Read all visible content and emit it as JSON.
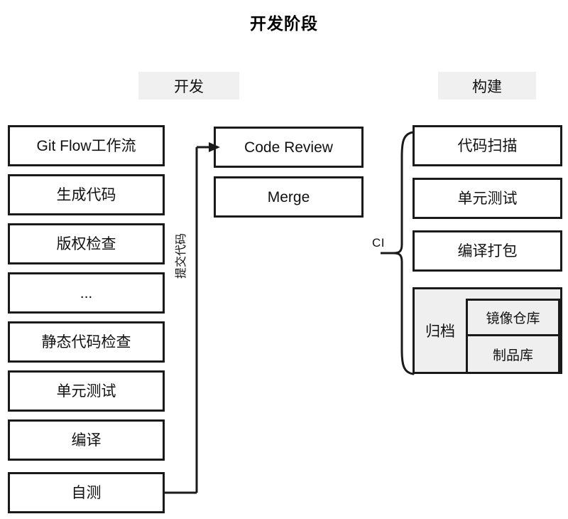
{
  "title": "开发阶段",
  "columns": {
    "dev": {
      "header": "开发"
    },
    "build": {
      "header": "构建"
    }
  },
  "left_column": {
    "nodes": [
      {
        "label": "Git Flow工作流"
      },
      {
        "label": "生成代码"
      },
      {
        "label": "版权检查"
      },
      {
        "label": "..."
      },
      {
        "label": "静态代码检查"
      },
      {
        "label": "单元测试"
      },
      {
        "label": "编译"
      },
      {
        "label": "自测"
      }
    ]
  },
  "middle_column": {
    "nodes": [
      {
        "label": "Code Review"
      },
      {
        "label": "Merge"
      }
    ]
  },
  "right_column": {
    "nodes": [
      {
        "label": "代码扫描"
      },
      {
        "label": "单元测试"
      },
      {
        "label": "编译打包"
      }
    ],
    "archive": {
      "label": "归档",
      "items": [
        {
          "label": "镜像仓库"
        },
        {
          "label": "制品库"
        }
      ]
    },
    "brace_label": "CI"
  },
  "connectors": {
    "commit_label": "提交代码"
  },
  "colors": {
    "line": "#1a1a1a",
    "header_band": "#f0f0f0",
    "archive_fill": "#efefef",
    "background": "#ffffff",
    "text": "#111111"
  }
}
